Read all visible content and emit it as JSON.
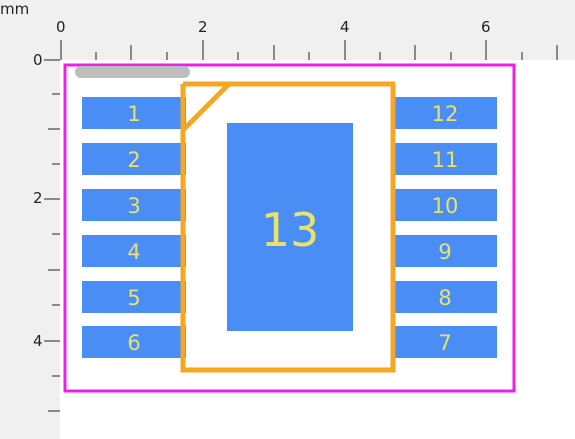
{
  "ruler": {
    "unit": "mm",
    "top_ticks": [
      "0",
      "2",
      "4",
      "6"
    ],
    "left_ticks": [
      "0",
      "2",
      "4"
    ]
  },
  "footprint": {
    "pads_left": [
      "1",
      "2",
      "3",
      "4",
      "5",
      "6"
    ],
    "pads_right": [
      "12",
      "11",
      "10",
      "9",
      "8",
      "7"
    ],
    "thermal_pad": "13"
  },
  "colors": {
    "pad": "#4a8ef5",
    "pad_label": "#e8e36a",
    "silkscreen": "#f5a623",
    "courtyard": "#ee20e8",
    "fab_marker": "#bdbdbd",
    "ruler_bg": "#f0f0f0"
  }
}
